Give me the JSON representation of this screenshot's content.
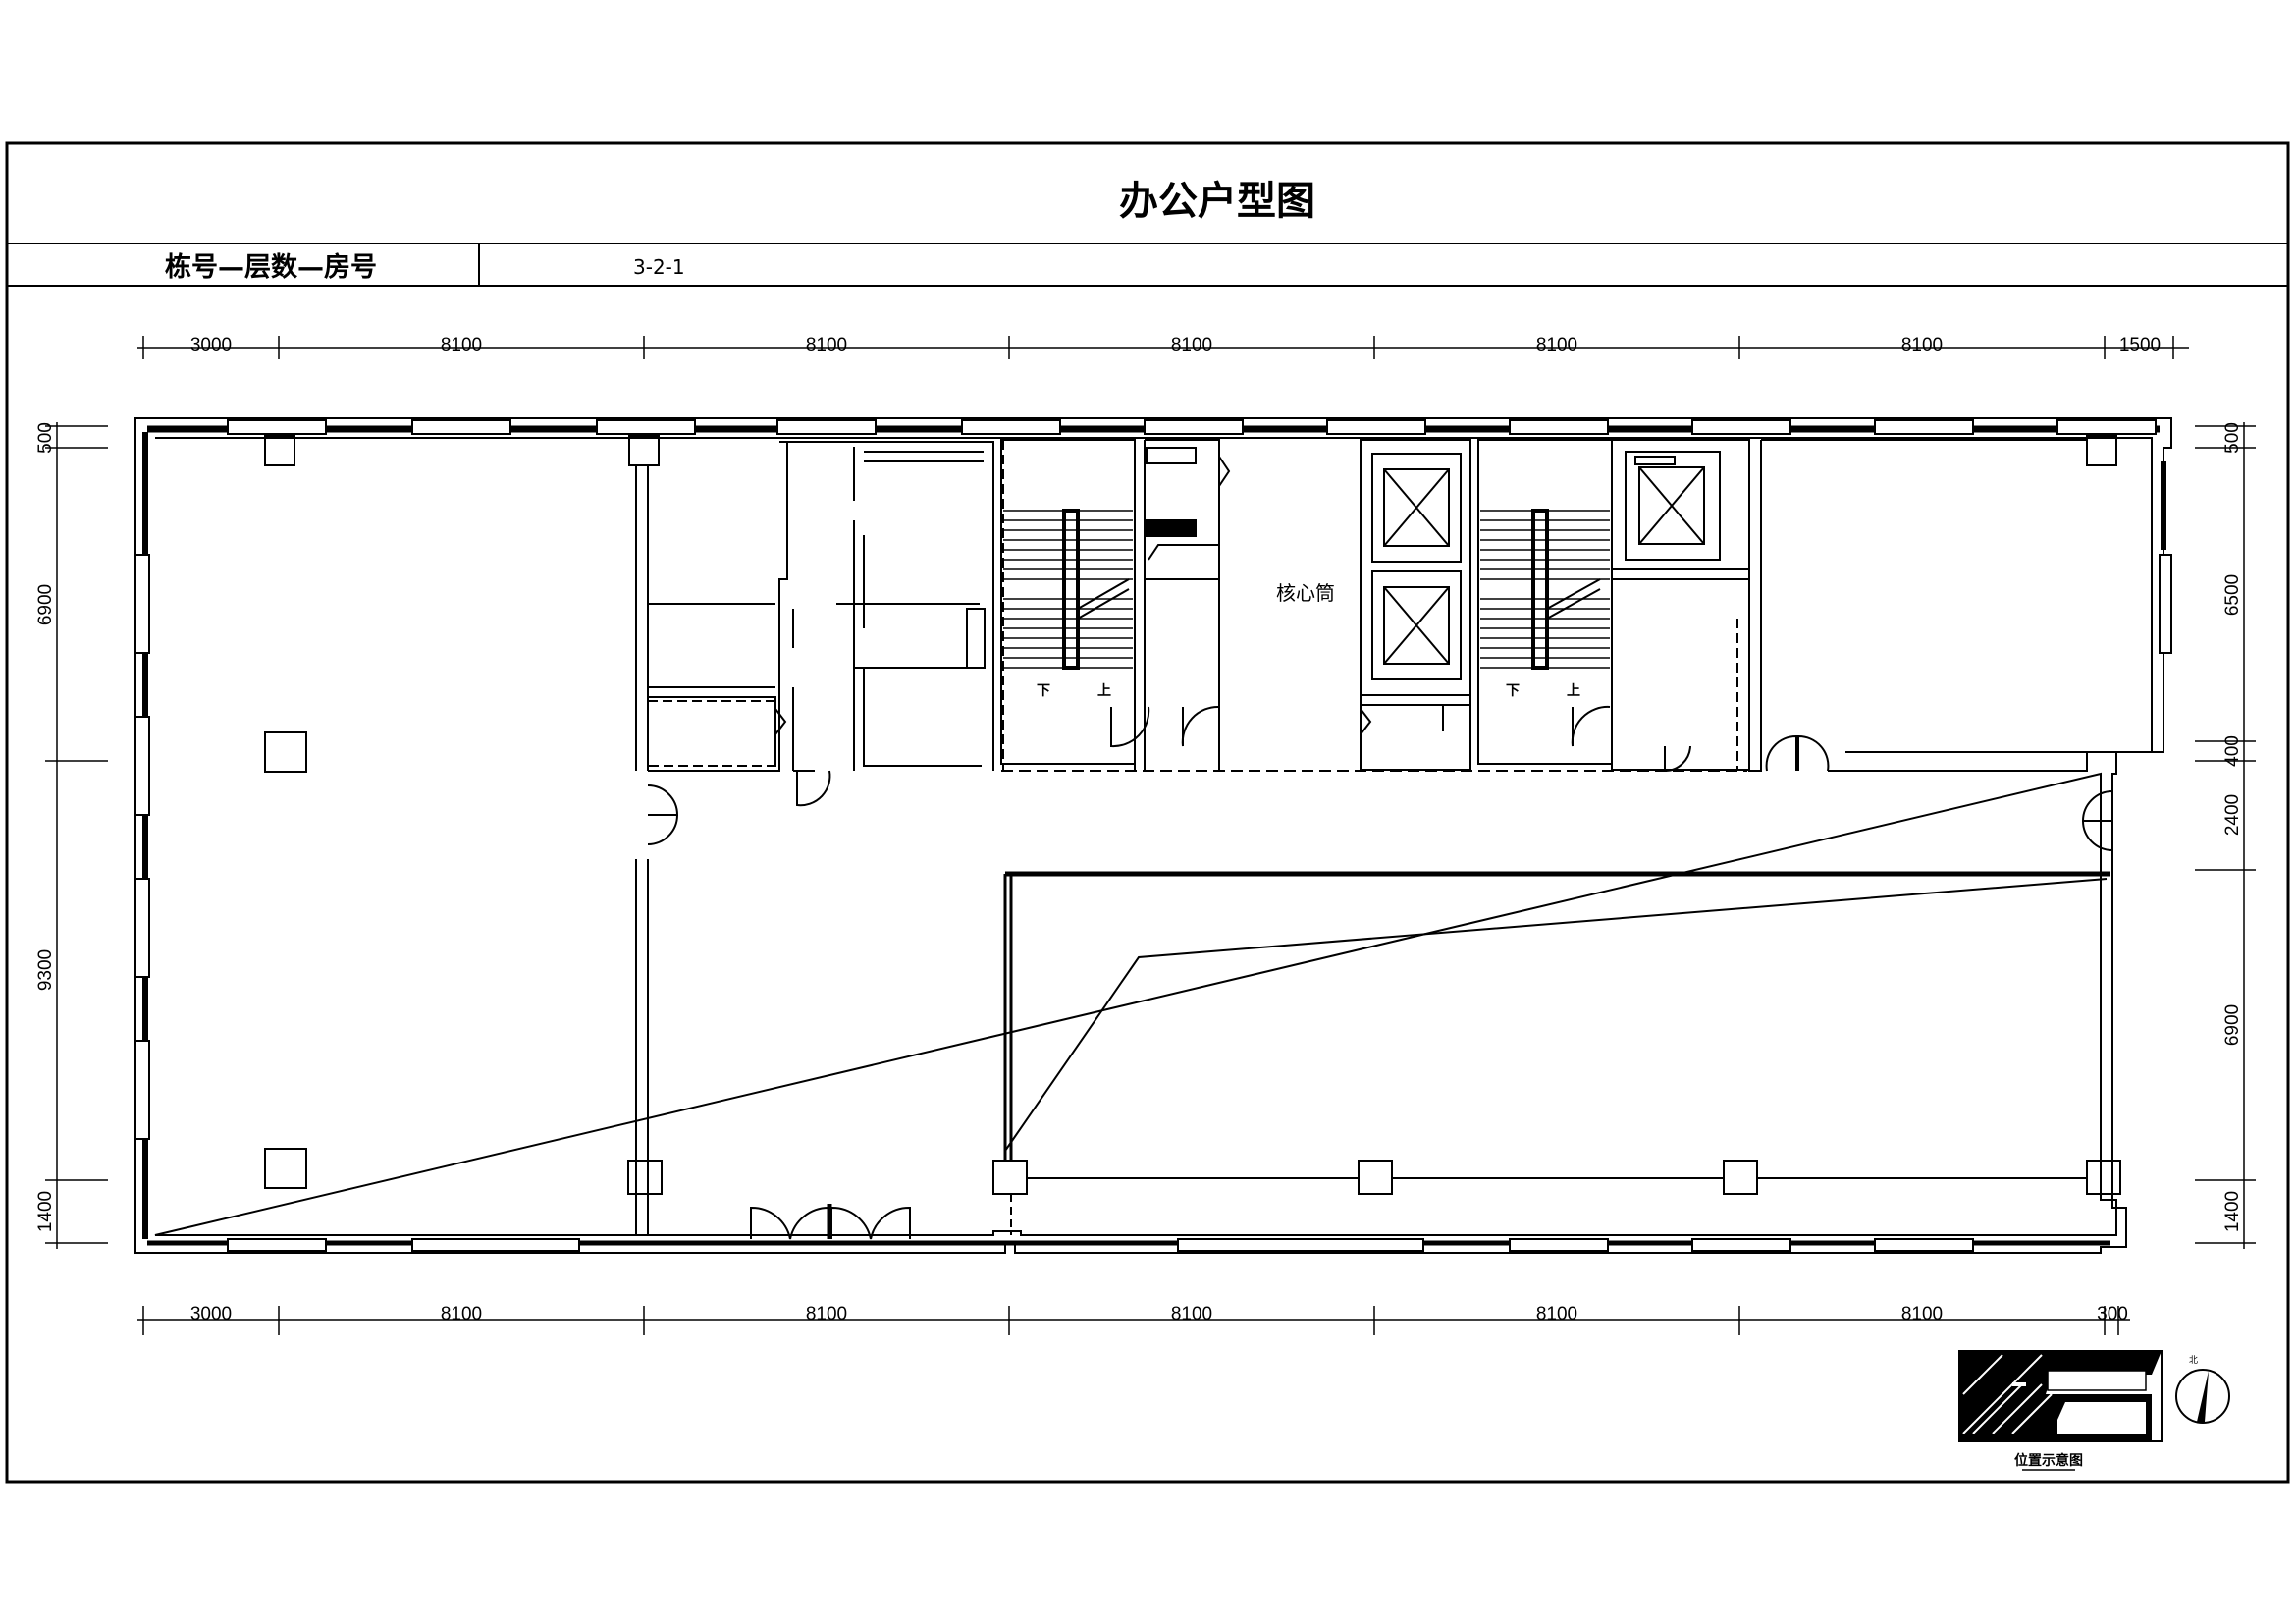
{
  "title": "办公户型图",
  "header": {
    "label": "栋号—层数—房号",
    "value": "3-2-1"
  },
  "plan": {
    "core_label": "核心筒",
    "stair_down": "下",
    "stair_up": "上"
  },
  "dims": {
    "top": [
      "3000",
      "8100",
      "8100",
      "8100",
      "8100",
      "8100",
      "1500"
    ],
    "bottom": [
      "3000",
      "8100",
      "8100",
      "8100",
      "8100",
      "8100",
      "300"
    ],
    "left": [
      "500",
      "6900",
      "9300",
      "1400"
    ],
    "right": [
      "500",
      "6500",
      "400",
      "2400",
      "6900",
      "1400"
    ]
  },
  "key_plan": {
    "caption": "位置示意图",
    "north": "北"
  },
  "colors": {
    "line": "#000000",
    "background": "#ffffff"
  }
}
